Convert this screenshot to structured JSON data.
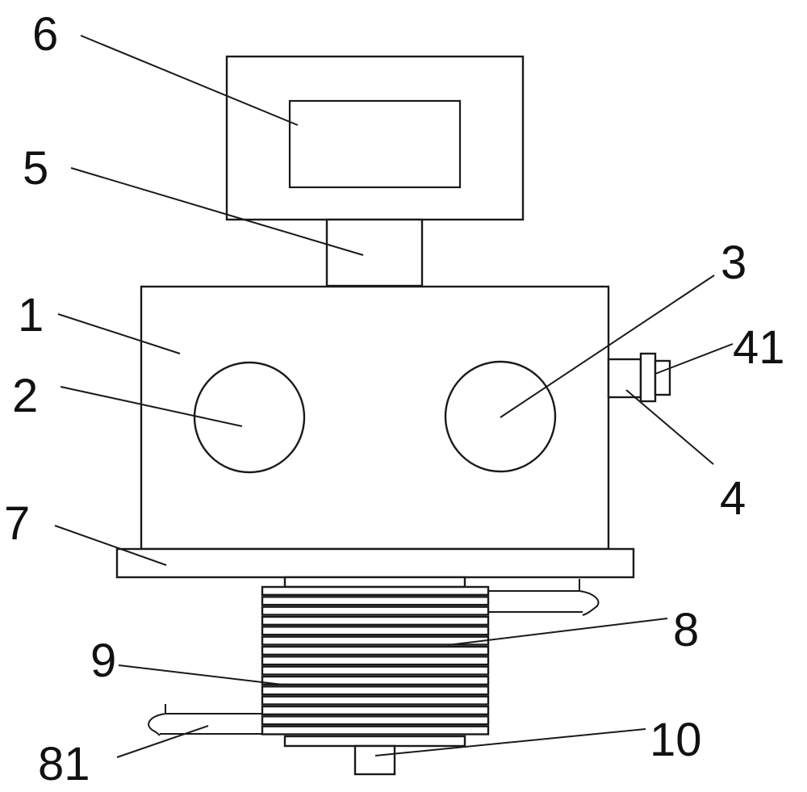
{
  "callouts": {
    "c1": "1",
    "c2": "2",
    "c3": "3",
    "c4": "4",
    "c41": "41",
    "c5": "5",
    "c6": "6",
    "c7": "7",
    "c8": "8",
    "c81": "81",
    "c9": "9",
    "c10": "10"
  },
  "colors": {
    "line": "#1a1a1a",
    "background": "#ffffff"
  }
}
